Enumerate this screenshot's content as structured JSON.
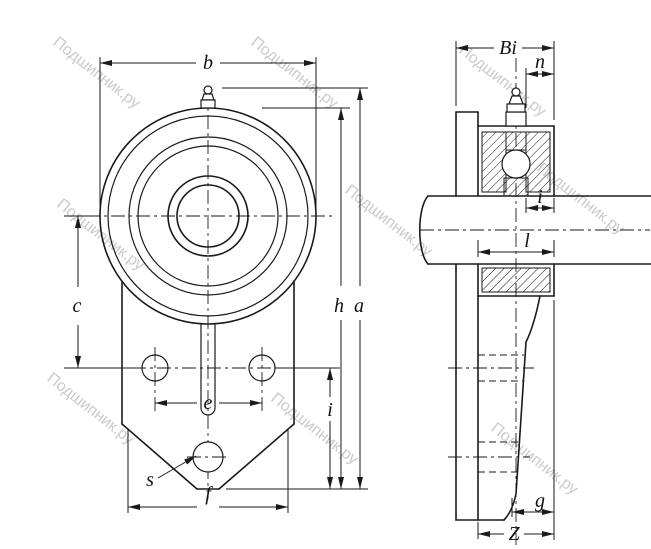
{
  "watermark": {
    "text": "Подшипник.ру"
  },
  "dimensions": {
    "b": "b",
    "c": "c",
    "e": "e",
    "s": "s",
    "f": "f",
    "h": "h",
    "a": "a",
    "i_front": "i",
    "Bi": "Bi",
    "n": "n",
    "i_side": "i",
    "l": "l",
    "g": "g",
    "Z": "Z"
  },
  "colors": {
    "line": "#1a1a1a",
    "watermark": "#cbcbcb",
    "background": "#ffffff"
  }
}
